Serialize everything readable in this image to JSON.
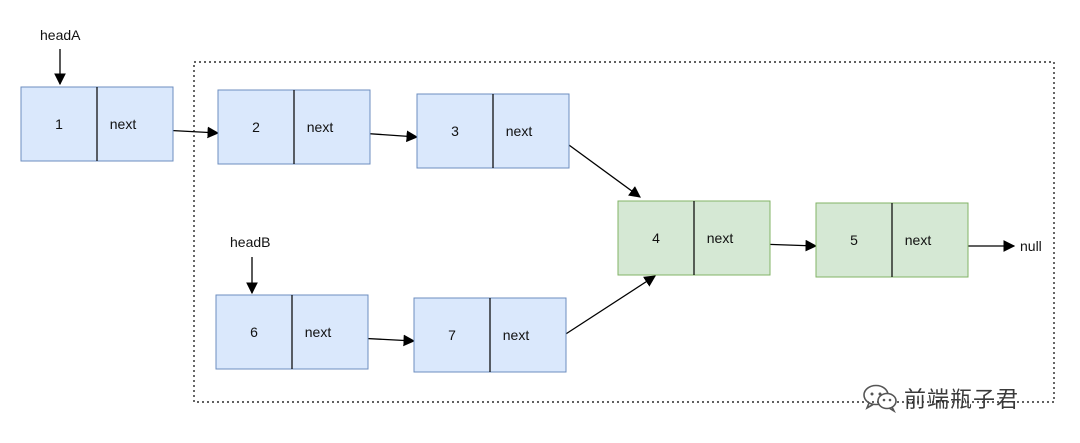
{
  "colors": {
    "blue_fill": "#dae8fc",
    "blue_stroke": "#6c8ebf",
    "green_fill": "#d5e8d4",
    "green_stroke": "#82b366",
    "line": "#000000",
    "dotted_border": "#000000"
  },
  "pointer_label": "next",
  "nodes": [
    {
      "value": "1",
      "color": "blue"
    },
    {
      "value": "2",
      "color": "blue"
    },
    {
      "value": "3",
      "color": "blue"
    },
    {
      "value": "4",
      "color": "green"
    },
    {
      "value": "5",
      "color": "green"
    },
    {
      "value": "6",
      "color": "blue"
    },
    {
      "value": "7",
      "color": "blue"
    }
  ],
  "heads": [
    {
      "label": "headA",
      "points_to": 0
    },
    {
      "label": "headB",
      "points_to": 5
    }
  ],
  "edges": [
    {
      "from": 0,
      "to": 1
    },
    {
      "from": 1,
      "to": 2
    },
    {
      "from": 2,
      "to": 3
    },
    {
      "from": 3,
      "to": 4
    },
    {
      "from": 5,
      "to": 6
    },
    {
      "from": 6,
      "to": 3
    }
  ],
  "terminal": {
    "label": "null",
    "from": 4
  },
  "watermark": {
    "icon": "wechat-icon",
    "label": "前端瓶子君"
  }
}
